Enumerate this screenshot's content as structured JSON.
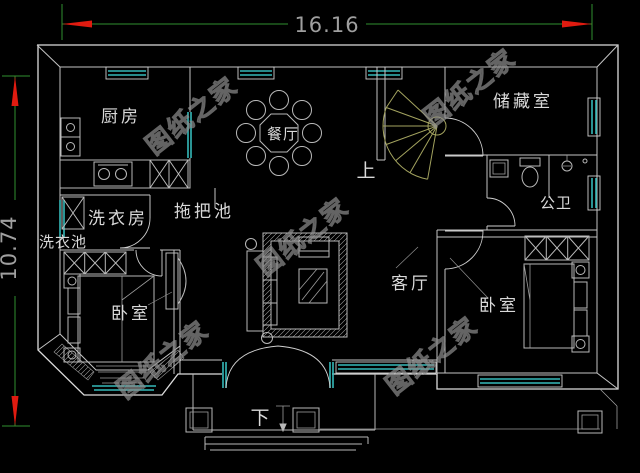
{
  "plan": {
    "dimensions": {
      "width": "16.16",
      "height": "10.74"
    },
    "labels": {
      "kitchen": "厨房",
      "dining": "餐厅",
      "storage": "储藏室",
      "laundry_room": "洗衣房",
      "laundry_sink": "洗衣池",
      "mop_sink": "拖把池",
      "bathroom": "公卫",
      "living_room": "客厅",
      "bedroom_left": "卧室",
      "bedroom_right": "卧室",
      "stairs_up": "上",
      "entrance_down": "下"
    },
    "watermark": {
      "text": "图纸之家"
    },
    "colors": {
      "background": "#000000",
      "walls": "#dcdcdc",
      "windows": "#35b9b9",
      "dimension_line": "#2f8f2f",
      "dimension_arrow": "#e01b10",
      "dimension_text": "#9f9f9f",
      "stairs": "#a3a35f",
      "label_text": "#d9d9d9",
      "watermark": "#8f8f8f"
    }
  }
}
